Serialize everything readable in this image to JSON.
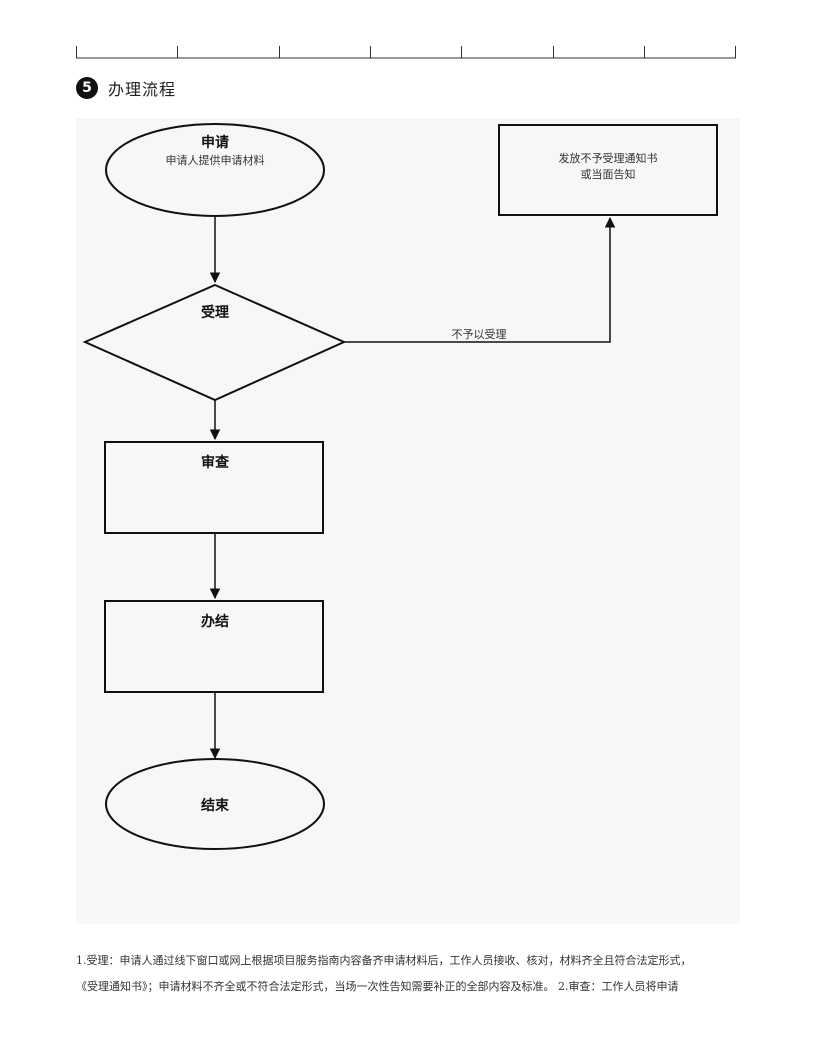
{
  "section": {
    "badge": "5",
    "title": "办理流程"
  },
  "flow": {
    "start": {
      "title": "申请",
      "subtitle": "申请人提供申请材料"
    },
    "reject_box": {
      "line1": "发放不予受理通知书",
      "line2": "或当面告知"
    },
    "decision": {
      "title": "受理"
    },
    "reject_edge_label": "不予以受理",
    "review": {
      "title": "审查"
    },
    "complete": {
      "title": "办结"
    },
    "end": {
      "title": "结束"
    }
  },
  "description": {
    "line1": "1.受理：申请人通过线下窗口或网上根据项目服务指南内容备齐申请材料后，工作人员接收、核对，材料齐全且符合法定形式，",
    "line2": "《受理通知书》；申请材料不齐全或不符合法定形式，当场一次性告知需要补正的全部内容及标准。 2.审查：工作人员将申请"
  }
}
